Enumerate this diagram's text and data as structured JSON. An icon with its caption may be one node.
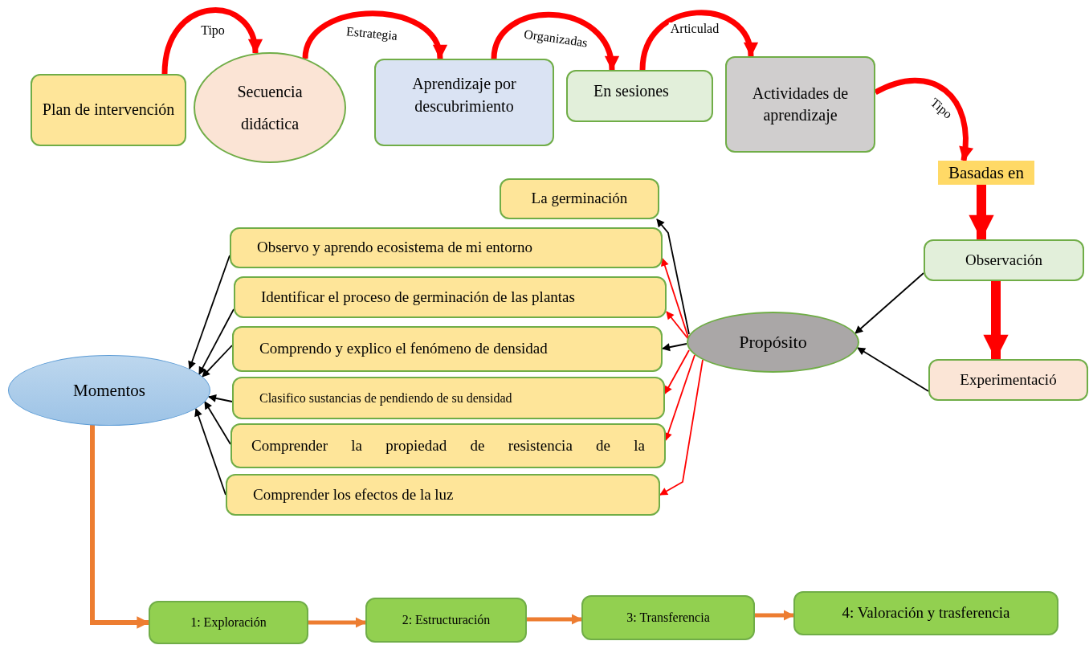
{
  "diagram": {
    "nodes": [
      {
        "text": [
          "Plan de intervención"
        ]
      },
      {
        "text": [
          "Secuencia didáctica"
        ]
      },
      {
        "text": [
          "Aprendizaje por descubrimiento"
        ]
      },
      {
        "text": [
          "En sesiones"
        ]
      },
      {
        "text": [
          "Actividades de aprendizaje"
        ]
      },
      {
        "text": [
          "Basadas en"
        ]
      },
      {
        "text": [
          "Observación"
        ]
      },
      {
        "text": [
          "Experimentació"
        ]
      },
      {
        "text": [
          "Propósito"
        ]
      },
      {
        "text": [
          "La germinación"
        ]
      },
      {
        "text": [
          "Observo y aprendo ecosistema de mi entorno"
        ]
      },
      {
        "text": [
          "Identificar  el proceso de germinación de las plantas"
        ]
      },
      {
        "text": [
          "Comprendo y explico el fenómeno de densidad"
        ]
      },
      {
        "text": [
          "Clasifico sustancias de pendiendo de su densidad"
        ]
      },
      {
        "text": [
          "Comprender la propiedad de resistencia de la"
        ]
      },
      {
        "text": [
          "Comprender los efectos de la luz"
        ]
      },
      {
        "text": [
          "Momentos"
        ]
      },
      {
        "text": [
          "1: Exploración"
        ]
      },
      {
        "text": [
          "2: Estructuración"
        ]
      },
      {
        "text": [
          "3: Transferencia"
        ]
      },
      {
        "text": [
          "4: Valoración y trasferencia"
        ]
      }
    ],
    "edges": [
      {
        "from": 0,
        "to": 1,
        "arrow": "to",
        "label": "Tipo",
        "style": "thick",
        "color": "#ff0000"
      },
      {
        "from": 1,
        "to": 2,
        "arrow": "to",
        "label": "Estrategia",
        "style": "thick",
        "color": "#ff0000"
      },
      {
        "from": 2,
        "to": 3,
        "arrow": "to",
        "label": "Organizadas",
        "style": "thick",
        "color": "#ff0000"
      },
      {
        "from": 3,
        "to": 4,
        "arrow": "to",
        "label": "Articulad",
        "style": "thick",
        "color": "#ff0000"
      },
      {
        "from": 4,
        "to": 5,
        "arrow": "to",
        "label": "Tipo",
        "style": "thick",
        "color": "#ff0000"
      },
      {
        "from": 5,
        "to": 6,
        "arrow": "to",
        "style": "thick",
        "color": "#ff0000"
      },
      {
        "from": 6,
        "to": 7,
        "arrow": "to",
        "style": "thick",
        "color": "#ff0000"
      },
      {
        "from": 8,
        "to": 9,
        "arrow": "to",
        "color": "#000000"
      },
      {
        "from": 8,
        "to": 10,
        "arrow": "to",
        "color": "#ff0000"
      },
      {
        "from": 8,
        "to": 11,
        "arrow": "to",
        "color": "#ff0000"
      },
      {
        "from": 8,
        "to": 12,
        "arrow": "to",
        "color": "#000000"
      },
      {
        "from": 8,
        "to": 13,
        "arrow": "to",
        "color": "#ff0000"
      },
      {
        "from": 8,
        "to": 14,
        "arrow": "to",
        "color": "#ff0000"
      },
      {
        "from": 8,
        "to": 15,
        "arrow": "to",
        "color": "#ff0000"
      },
      {
        "from": 6,
        "to": 8,
        "arrow": "to",
        "color": "#000000"
      },
      {
        "from": 7,
        "to": 8,
        "arrow": "to",
        "color": "#000000"
      },
      {
        "from": 10,
        "to": 16,
        "arrow": "to",
        "color": "#000000"
      },
      {
        "from": 11,
        "to": 16,
        "arrow": "to",
        "color": "#000000"
      },
      {
        "from": 12,
        "to": 16,
        "arrow": "to",
        "color": "#000000"
      },
      {
        "from": 13,
        "to": 16,
        "arrow": "to",
        "color": "#000000"
      },
      {
        "from": 14,
        "to": 16,
        "arrow": "to",
        "color": "#000000"
      },
      {
        "from": 15,
        "to": 16,
        "arrow": "to",
        "color": "#000000"
      },
      {
        "from": 16,
        "to": 17,
        "arrow": "to",
        "style": "thick",
        "color": "#ed7d31"
      },
      {
        "from": 17,
        "to": 18,
        "arrow": "to",
        "style": "thick",
        "color": "#ed7d31"
      },
      {
        "from": 18,
        "to": 19,
        "arrow": "to",
        "style": "thick",
        "color": "#ed7d31"
      },
      {
        "from": 19,
        "to": 20,
        "arrow": "to",
        "style": "thick",
        "color": "#ed7d31"
      }
    ]
  }
}
